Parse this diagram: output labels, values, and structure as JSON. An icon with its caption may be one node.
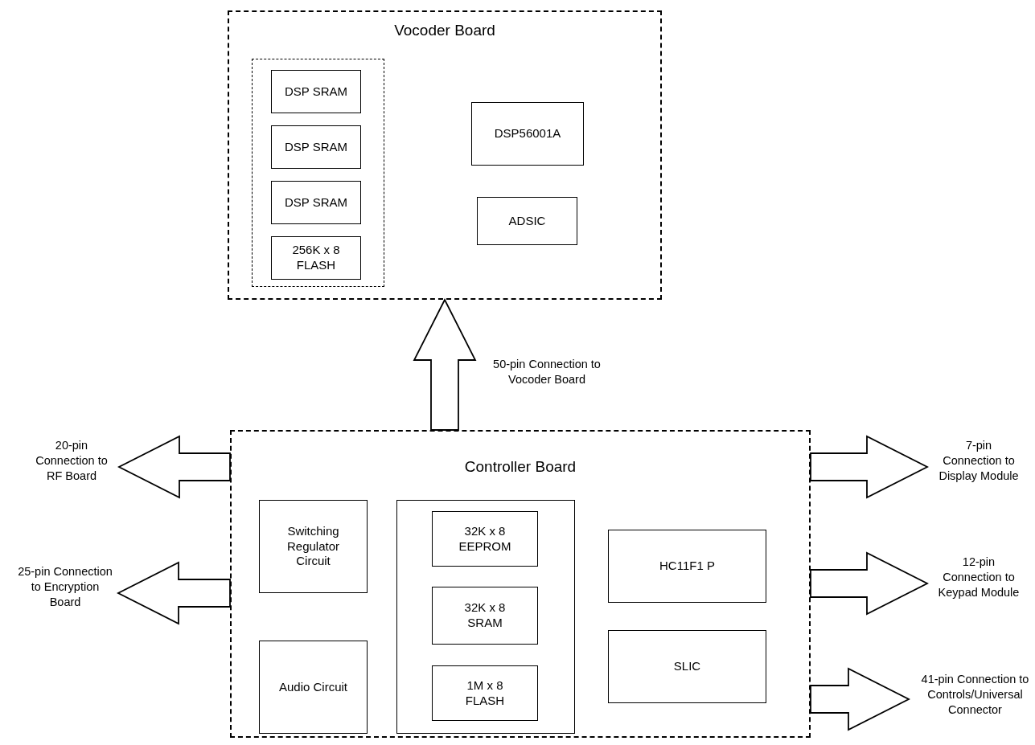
{
  "diagram": {
    "nodes": [
      {
        "text": [
          "Vocoder Board"
        ]
      },
      {
        "text": [],
        "shape": "box",
        "in": 0
      },
      {
        "text": [
          "DSP SRAM"
        ],
        "in": 1
      },
      {
        "text": [
          "DSP SRAM"
        ],
        "in": 1
      },
      {
        "text": [
          "DSP SRAM"
        ],
        "in": 1
      },
      {
        "text": [
          "256K x 8 FLASH"
        ],
        "in": 1
      },
      {
        "text": [
          "DSP56001A"
        ],
        "in": 0
      },
      {
        "text": [
          "ADSIC"
        ],
        "in": 0
      },
      {
        "text": [
          "Controller Board"
        ]
      },
      {
        "text": [
          "Switching Regulator Circuit"
        ],
        "in": 8
      },
      {
        "text": [
          "Audio Circuit"
        ],
        "in": 8
      },
      {
        "text": [],
        "shape": "box",
        "in": 8
      },
      {
        "text": [
          "32K x 8 EEPROM"
        ],
        "in": 11
      },
      {
        "text": [
          "32K x 8 SRAM"
        ],
        "in": 11
      },
      {
        "text": [
          "1M x 8 FLASH"
        ],
        "in": 11
      },
      {
        "text": [
          "HC11F1 P"
        ],
        "in": 8
      },
      {
        "text": [
          "SLIC"
        ],
        "in": 8
      },
      {
        "text": [
          "20-pin Connection to RF Board"
        ]
      },
      {
        "text": [
          "25-pin Connection to Encryption Board"
        ]
      },
      {
        "text": [
          "7-pin Connection to Display Module"
        ]
      },
      {
        "text": [
          "12-pin Connection to Keypad Module"
        ]
      },
      {
        "text": [
          "41-pin Connection to Controls/Universal Connector"
        ]
      }
    ],
    "edges": [
      {
        "from": 8,
        "to": 0,
        "arrow": "to",
        "label": "50-pin Connection to Vocoder Board"
      },
      {
        "from": 8,
        "to": 17,
        "arrow": "to"
      },
      {
        "from": 8,
        "to": 18,
        "arrow": "to"
      },
      {
        "from": 8,
        "to": 19,
        "arrow": "to"
      },
      {
        "from": 8,
        "to": 20,
        "arrow": "to"
      },
      {
        "from": 8,
        "to": 21,
        "arrow": "to"
      }
    ]
  }
}
